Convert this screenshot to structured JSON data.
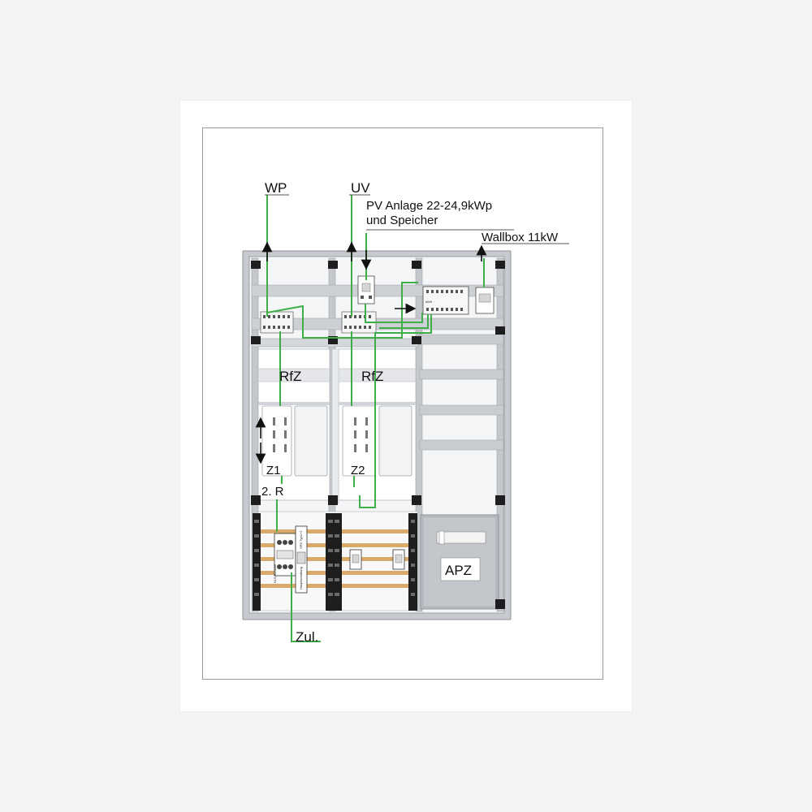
{
  "labels": {
    "wp": "WP",
    "uv": "UV",
    "pv_line1": "PV Anlage 22-24,9kWp",
    "pv_line2": "und Speicher",
    "wallbox": "Wallbox 11kW",
    "rfz_left": "RfZ",
    "rfz_right": "RfZ",
    "z1": "Z1",
    "z2": "Z2",
    "second_room": "2. R",
    "apz": "APZ",
    "zul": "Zul.",
    "kwh": "kWh",
    "spd": "SPD Typ1+2",
    "sls": "SLS-Schalter",
    "hauptsch": "Hauptschaltung"
  },
  "colors": {
    "wire": "#3fae49",
    "busbar": "#d9aa6a",
    "din_rail": "#c9cdd2",
    "frame": "#b9bcc0",
    "terminal_dark": "#1e1e1e",
    "apz_panel": "#b7bcc2"
  }
}
